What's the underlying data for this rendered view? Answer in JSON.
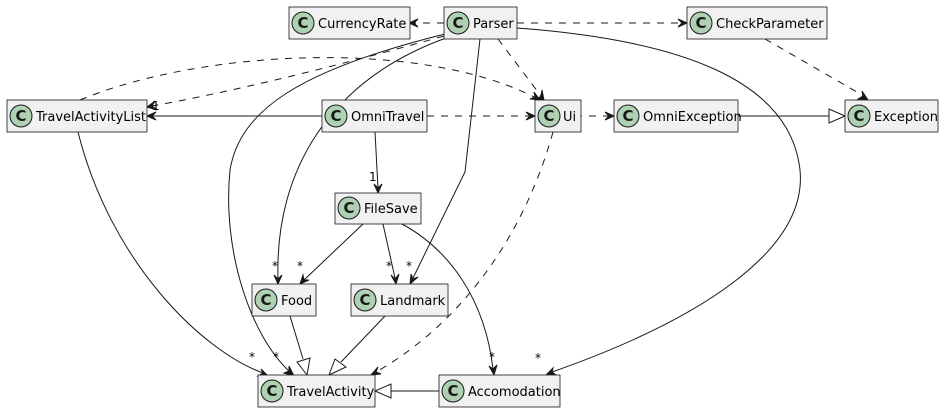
{
  "class_icon_letter": "C",
  "colors": {
    "class_fill": "#f1f1f1",
    "icon_fill": "#add1b2",
    "line": "#181818"
  },
  "classes": {
    "currency_rate": "CurrencyRate",
    "parser": "Parser",
    "check_parameter": "CheckParameter",
    "travel_activity_list": "TravelActivityList",
    "omni_travel": "OmniTravel",
    "ui": "Ui",
    "omni_exception": "OmniException",
    "exception": "Exception",
    "file_save": "FileSave",
    "food": "Food",
    "landmark": "Landmark",
    "travel_activity": "TravelActivity",
    "accomodation": "Accomodation"
  },
  "multiplicities": {
    "one_symbol": "1",
    "many_symbol": "*"
  },
  "relationships": [
    {
      "from": "Parser",
      "to": "CurrencyRate",
      "kind": "dependency"
    },
    {
      "from": "Parser",
      "to": "CheckParameter",
      "kind": "dependency"
    },
    {
      "from": "Parser",
      "to": "Ui",
      "kind": "dependency"
    },
    {
      "from": "Parser",
      "to": "TravelActivityList",
      "kind": "dependency"
    },
    {
      "from": "Parser",
      "to": "TravelActivity",
      "kind": "association",
      "target_multiplicity": "*"
    },
    {
      "from": "Parser",
      "to": "Food",
      "kind": "association",
      "target_multiplicity": "*"
    },
    {
      "from": "Parser",
      "to": "Landmark",
      "kind": "association",
      "target_multiplicity": "*"
    },
    {
      "from": "Parser",
      "to": "Accomodation",
      "kind": "association",
      "target_multiplicity": "*"
    },
    {
      "from": "CheckParameter",
      "to": "Exception",
      "kind": "dependency"
    },
    {
      "from": "TravelActivityList",
      "to": "Ui",
      "kind": "dependency"
    },
    {
      "from": "OmniTravel",
      "to": "TravelActivityList",
      "kind": "association",
      "target_multiplicity": "1"
    },
    {
      "from": "OmniTravel",
      "to": "Ui",
      "kind": "dependency"
    },
    {
      "from": "OmniTravel",
      "to": "FileSave",
      "kind": "association",
      "target_multiplicity": "1"
    },
    {
      "from": "Ui",
      "to": "OmniException",
      "kind": "dependency"
    },
    {
      "from": "Ui",
      "to": "TravelActivity",
      "kind": "dependency"
    },
    {
      "from": "OmniException",
      "to": "Exception",
      "kind": "inheritance"
    },
    {
      "from": "TravelActivityList",
      "to": "TravelActivity",
      "kind": "association",
      "target_multiplicity": "*"
    },
    {
      "from": "FileSave",
      "to": "Food",
      "kind": "association",
      "target_multiplicity": "*"
    },
    {
      "from": "FileSave",
      "to": "Landmark",
      "kind": "association",
      "target_multiplicity": "*"
    },
    {
      "from": "FileSave",
      "to": "Accomodation",
      "kind": "association",
      "target_multiplicity": "*"
    },
    {
      "from": "Food",
      "to": "TravelActivity",
      "kind": "inheritance"
    },
    {
      "from": "Landmark",
      "to": "TravelActivity",
      "kind": "inheritance"
    },
    {
      "from": "Accomodation",
      "to": "TravelActivity",
      "kind": "inheritance"
    }
  ]
}
